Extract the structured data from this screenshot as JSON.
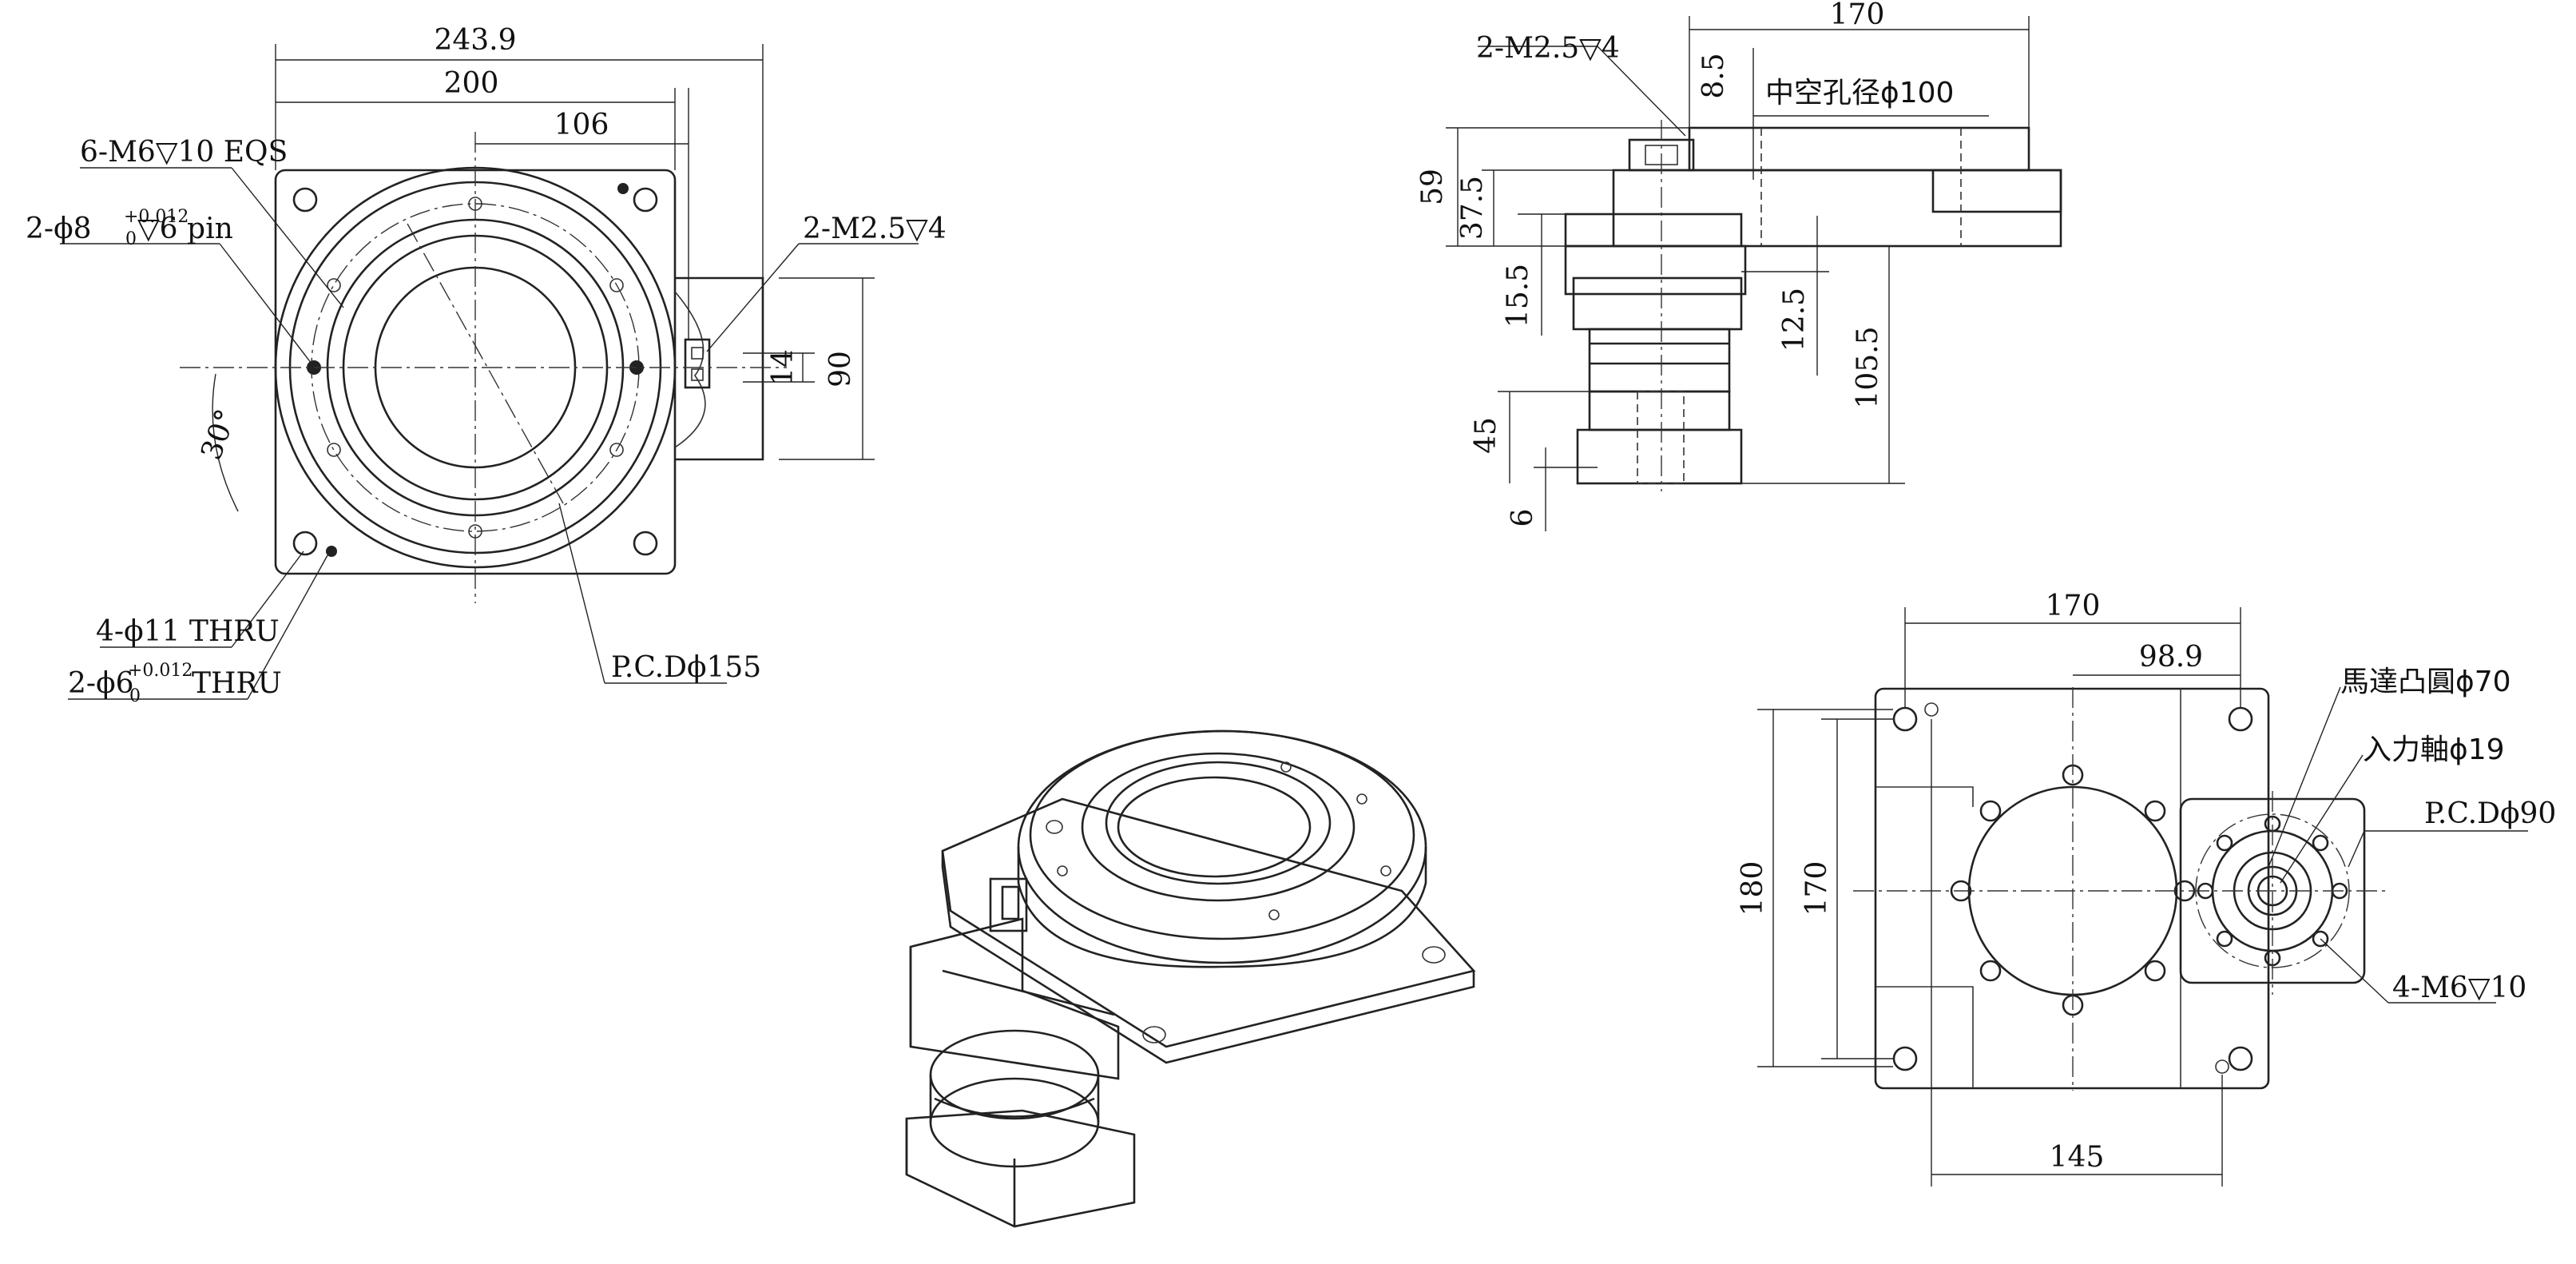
{
  "views": {
    "top_view": {
      "dims": {
        "overall_width": "243.9",
        "body_width": "200",
        "center_offset": "106",
        "angle": "30°",
        "connector_slot": "14",
        "connector_height": "90"
      },
      "callouts": {
        "tapped_holes": "6-M6▽10 EQS",
        "pin_hole_prefix": "2-ϕ8",
        "pin_hole_tol_upper": "+0.012",
        "pin_hole_tol_lower": "0",
        "pin_hole_suffix": "▽6 pin",
        "connector_screws": "2-M2.5▽4",
        "mount_holes": "4-ϕ11 THRU",
        "dowel_prefix": "2-ϕ6",
        "dowel_tol_upper": "+0.012",
        "dowel_tol_lower": "0",
        "dowel_suffix": "THRU",
        "pcd": "P.C.Dϕ155"
      }
    },
    "side_view": {
      "dims": {
        "length": "170",
        "flange_thk": "8.5",
        "height_total": "59",
        "height_mid": "37.5",
        "motor_flange": "15.5",
        "step": "12.5",
        "height_overall": "105.5",
        "motor_len": "45",
        "shaft": "6"
      },
      "callouts": {
        "screws": "2-M2.5▽4",
        "bore": "中空孔径ϕ100"
      }
    },
    "bottom_view": {
      "dims": {
        "width": "170",
        "motor_offset": "98.9",
        "height_outer": "180",
        "height_inner": "170",
        "base_width": "145"
      },
      "callouts": {
        "motor_boss": "馬達凸圓ϕ70",
        "input_shaft": "入力軸ϕ19",
        "pcd": "P.C.Dϕ90",
        "tapped_holes": "4-M6▽10"
      }
    }
  }
}
